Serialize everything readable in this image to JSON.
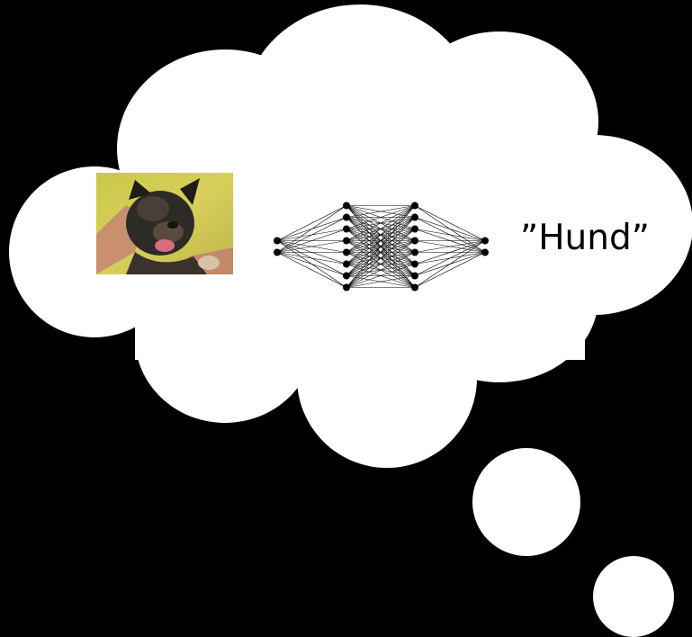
{
  "diagram": {
    "output_label": "”Hund”",
    "input_image": {
      "subject": "dog",
      "description_icon": "dog-photo-icon"
    },
    "network": {
      "layers": [
        2,
        8,
        8,
        2
      ],
      "node_color": "#000000",
      "edge_color": "#000000"
    },
    "colors": {
      "background": "#000000",
      "cloud": "#ffffff",
      "text": "#000000"
    }
  }
}
